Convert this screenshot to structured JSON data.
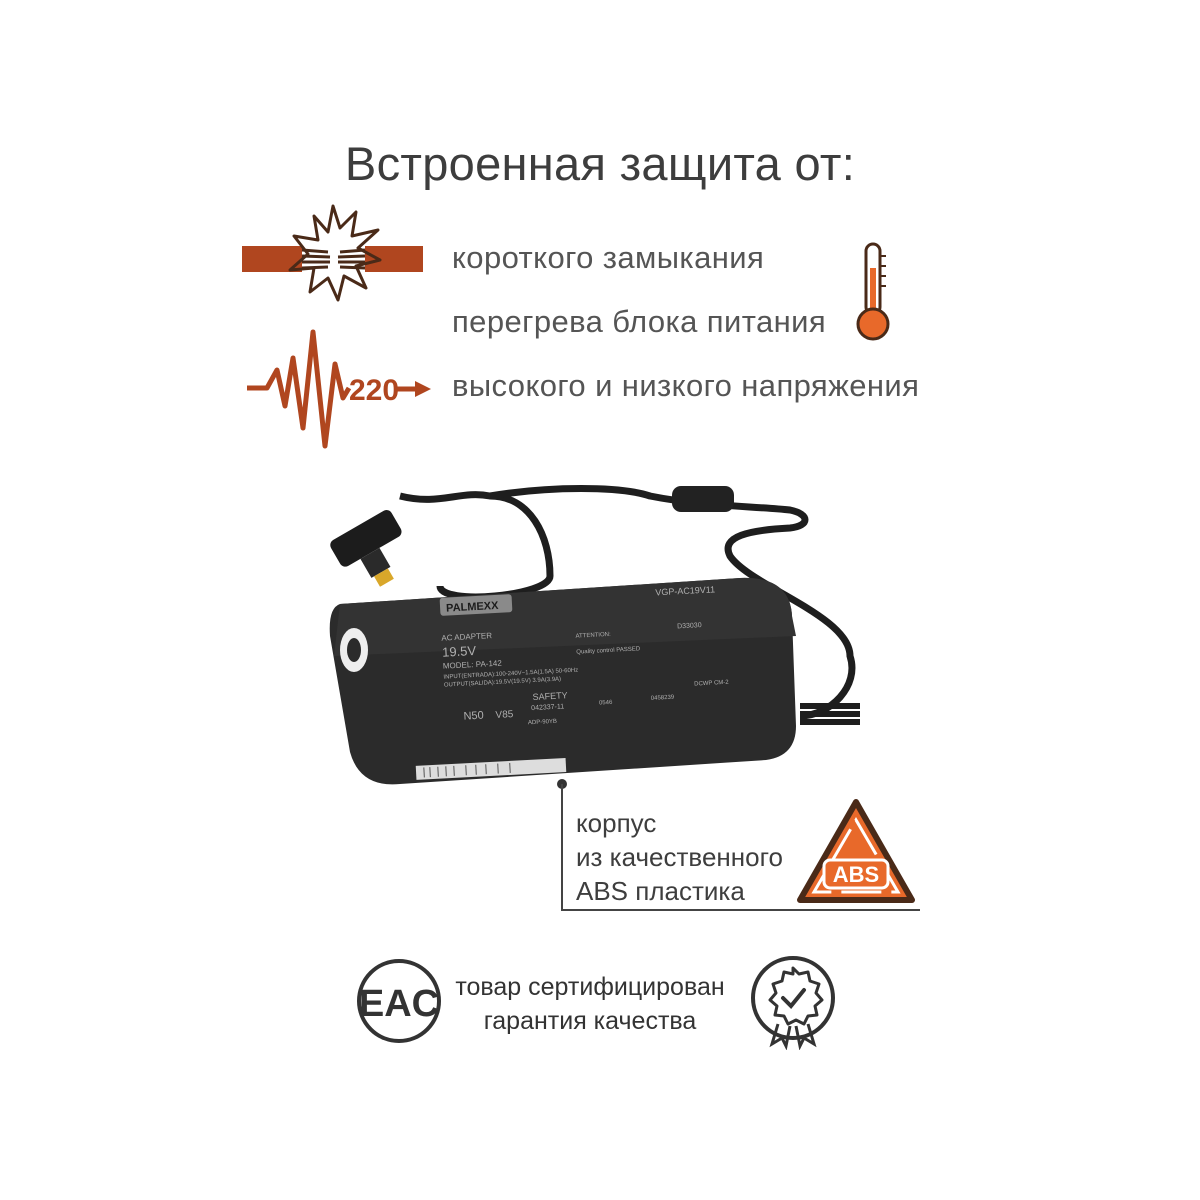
{
  "title": "Встроенная защита от:",
  "features": [
    {
      "label": "короткого замыкания",
      "icon": "short-circuit-icon"
    },
    {
      "label": "перегрева блока питания",
      "icon": "thermometer-icon"
    },
    {
      "label": "высокого и низкого напряжения",
      "icon": "voltage-pulse-icon",
      "icon_text": "220"
    }
  ],
  "adapter": {
    "brand": "PALMEXX",
    "model": "VGP-AC19V11",
    "type_label": "AC ADAPTER",
    "voltage": "19.5V",
    "model_line": "MODEL: PA-142",
    "input_line": "INPUT(ENTRADA):100-240V~1.5A(1.5A) 50-60Hz",
    "output_line": "OUTPUT(SALIDA):19.5V(19.5V) 3.9A(3.9A)",
    "safety": "SAFETY",
    "code_number": "042337-11",
    "n50": "N50",
    "v85": "V85",
    "adp": "ADP-90YB",
    "d_code": "D33030",
    "attention": "ATTENTION:",
    "quality": "Quality control PASSED",
    "label_1": "0546",
    "label_2": "0458239",
    "dcwp": "DCWP CM-2"
  },
  "case": {
    "lines": [
      "корпус",
      "из качественного",
      "ABS пластика"
    ],
    "badge": "ABS"
  },
  "certification": {
    "lines": [
      "товар сертифицирован",
      "гарантия качества"
    ],
    "eac_mark": "EAC"
  },
  "colors": {
    "accent_rust": "#b0461f",
    "accent_orange": "#e8692a",
    "dark_brown": "#4a2a18",
    "text_gray": "#555555",
    "adapter_body": "#2b2b2b"
  }
}
